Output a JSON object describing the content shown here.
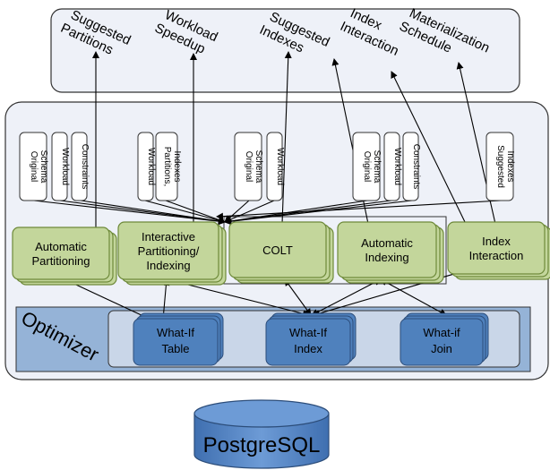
{
  "outputs": [
    {
      "lines": [
        "Suggested",
        "Partitions"
      ]
    },
    {
      "lines": [
        "Workload",
        "Speedup"
      ]
    },
    {
      "lines": [
        "Suggested",
        "Indexes"
      ]
    },
    {
      "lines": [
        "Index",
        "Interaction"
      ]
    },
    {
      "lines": [
        "Materialization",
        "Schedule"
      ]
    }
  ],
  "inputs": [
    {
      "lines": [
        "Original",
        "Schema"
      ]
    },
    {
      "lines": [
        "Workload"
      ]
    },
    {
      "lines": [
        "Constraints"
      ]
    },
    {
      "lines": [
        "Workload"
      ]
    },
    {
      "lines": [
        "Partitions,",
        "Indexes"
      ]
    },
    {
      "lines": [
        "Original",
        "Schema"
      ]
    },
    {
      "lines": [
        "Workload"
      ]
    },
    {
      "lines": [
        "Original",
        "Schema"
      ]
    },
    {
      "lines": [
        "Workload"
      ]
    },
    {
      "lines": [
        "Constraints"
      ]
    },
    {
      "lines": [
        "Suggested",
        "Indexes"
      ]
    }
  ],
  "modules": [
    {
      "lines": [
        "Automatic",
        "Partitioning"
      ]
    },
    {
      "lines": [
        "Interactive",
        "Partitioning/",
        "Indexing"
      ]
    },
    {
      "lines": [
        "COLT"
      ]
    },
    {
      "lines": [
        "Automatic",
        "Indexing"
      ]
    },
    {
      "lines": [
        "Index",
        "Interaction"
      ]
    }
  ],
  "optimizer_label": "Optimizer",
  "whatif": [
    {
      "lines": [
        "What-If",
        "Table"
      ]
    },
    {
      "lines": [
        "What-If",
        "Index"
      ]
    },
    {
      "lines": [
        "What-if",
        "Join"
      ]
    }
  ],
  "database": "PostgreSQL",
  "colors": {
    "module_fill": "#c3d69b",
    "module_stroke": "#6e8a3a",
    "panel_fill": "#eef1f8",
    "optimizer_fill": "#95b3d7",
    "whatif_fill": "#4f81bd",
    "db_fill": "#4f81bd"
  }
}
